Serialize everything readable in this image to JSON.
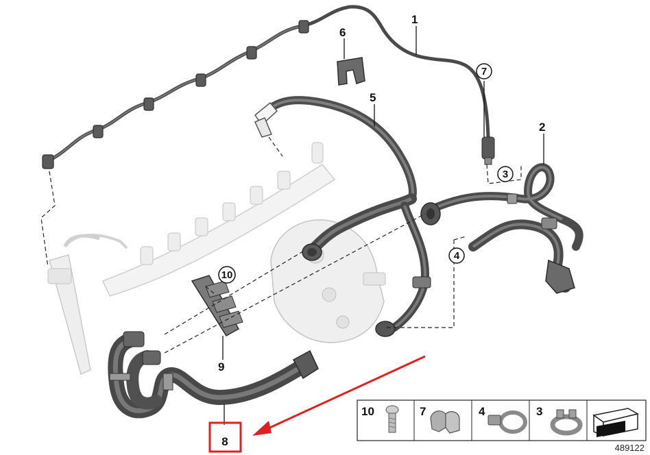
{
  "diagram": {
    "callouts": {
      "c1": "1",
      "c2": "2",
      "c3": "3",
      "c4": "4",
      "c5": "5",
      "c6": "6",
      "c7": "7",
      "c8": "8",
      "c9": "9",
      "c10": "10"
    },
    "highlight_color": "#e02020",
    "legend": {
      "items": [
        {
          "number": "10",
          "icon": "bolt-icon"
        },
        {
          "number": "7",
          "icon": "clip-icon"
        },
        {
          "number": "4",
          "icon": "hose-clamp-icon"
        },
        {
          "number": "3",
          "icon": "spring-clamp-icon"
        }
      ],
      "arrow_icon": "direction-arrow-icon"
    },
    "reference_number": "489122"
  }
}
